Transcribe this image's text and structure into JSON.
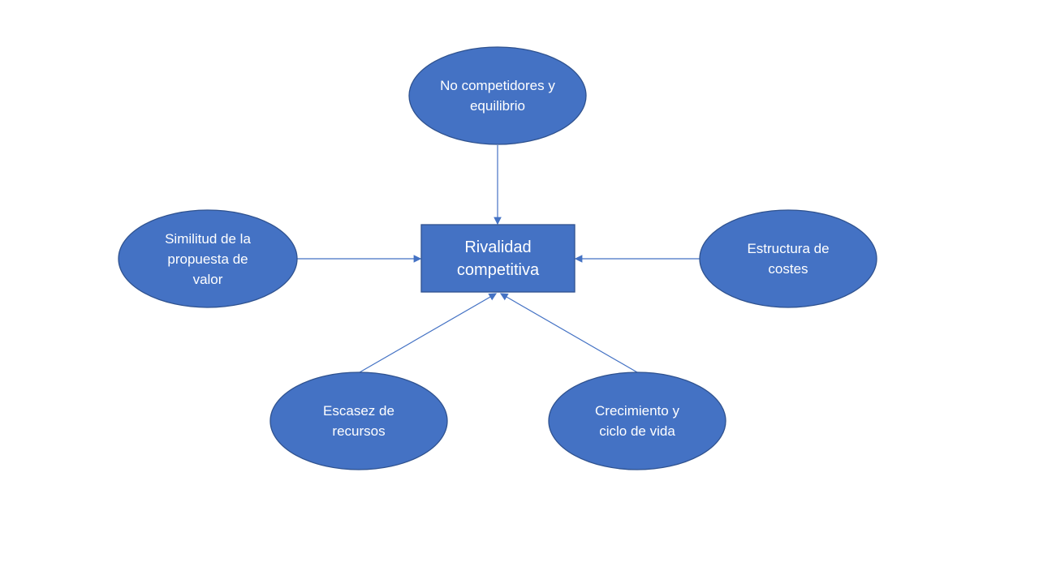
{
  "colors": {
    "fill": "#4472C4",
    "stroke": "#2F528F",
    "connector": "#4472C4",
    "text": "#FFFFFF"
  },
  "center": {
    "label": "Rivalidad competitiva"
  },
  "nodes": [
    {
      "id": "top",
      "label": "No competidores y equilibrio"
    },
    {
      "id": "left",
      "label": "Similitud de la propuesta de valor"
    },
    {
      "id": "right",
      "label": "Estructura de costes"
    },
    {
      "id": "bottom-left",
      "label": "Escasez de recursos"
    },
    {
      "id": "bottom-right",
      "label": "Crecimiento y ciclo de vida"
    }
  ]
}
